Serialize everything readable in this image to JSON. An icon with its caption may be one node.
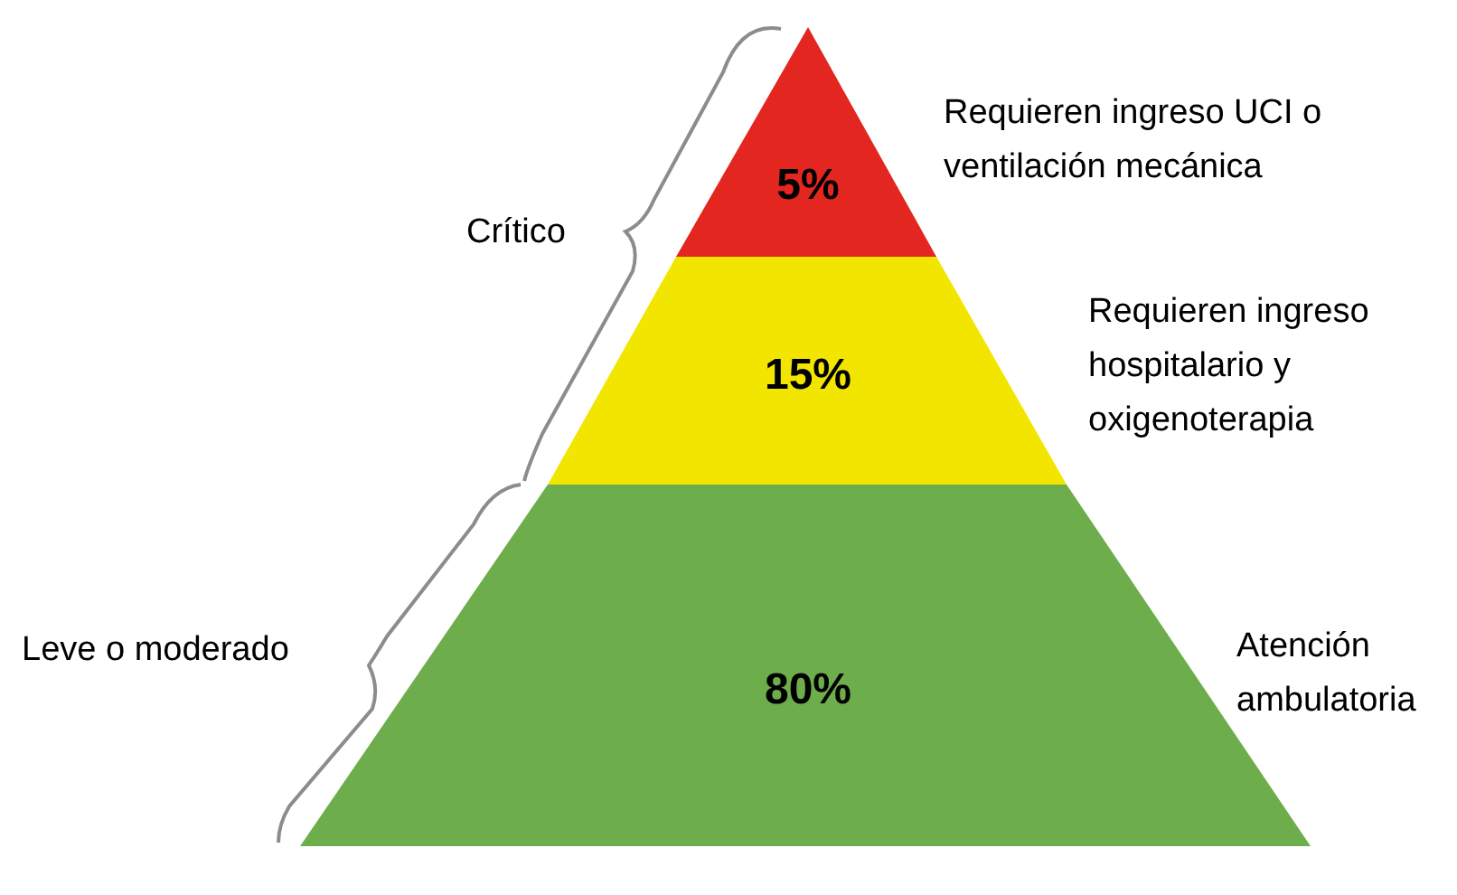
{
  "diagram": {
    "nodes": [
      {
        "text": [
          "5%"
        ],
        "beside": [
          "Requieren ingreso UCI o ventilación mecánica"
        ]
      },
      {
        "text": [
          "15%"
        ],
        "beside": [
          "Requieren ingreso hospitalario y oxigenoterapia"
        ]
      },
      {
        "text": [
          "80%"
        ],
        "beside": [
          "Atención ambulatoria"
        ]
      }
    ],
    "edges": [],
    "labels": [
      "Crítico",
      "Leve o moderado"
    ]
  }
}
